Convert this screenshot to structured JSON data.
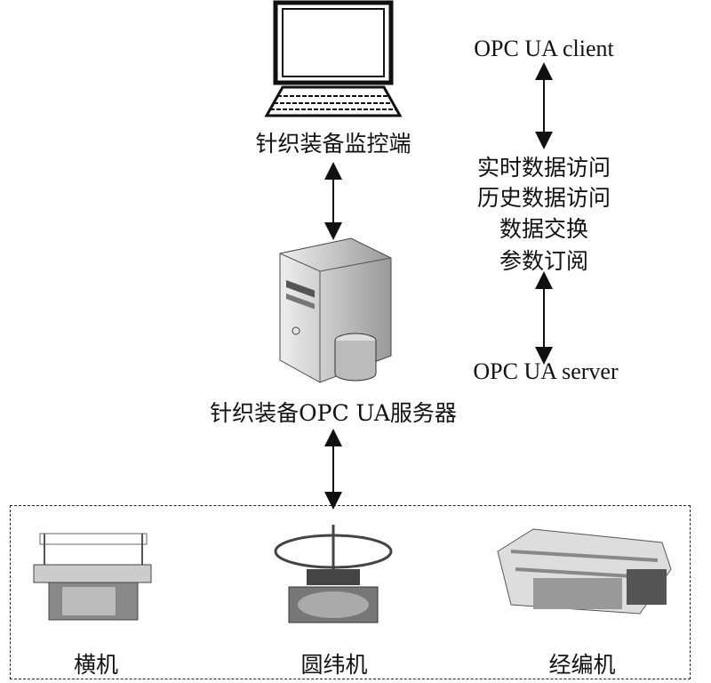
{
  "monitor_label": "针织装备监控端",
  "server_label": "针织装备OPC UA服务器",
  "client_protocol": "OPC UA client",
  "server_protocol": "OPC UA server",
  "services": [
    "实时数据访问",
    "历史数据访问",
    "数据交换",
    "参数订阅"
  ],
  "machines": [
    {
      "label": "横机",
      "icon": "flat-knitting-machine-icon"
    },
    {
      "label": "圆纬机",
      "icon": "circular-knitting-machine-icon"
    },
    {
      "label": "经编机",
      "icon": "warp-knitting-machine-icon"
    }
  ]
}
